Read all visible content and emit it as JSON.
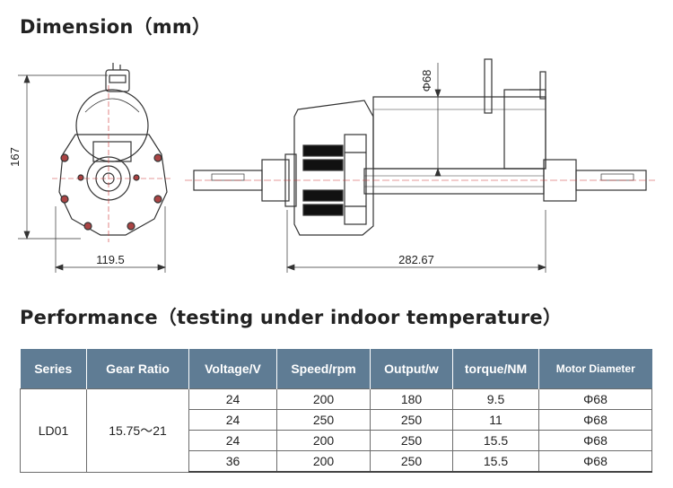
{
  "dimension": {
    "title": "Dimension（mm）",
    "labels": {
      "height": "167",
      "width": "119.5",
      "length": "282.67",
      "diameter": "Φ68"
    }
  },
  "performance": {
    "title": "Performance（testing under indoor temperature）",
    "headers": [
      "Series",
      "Gear Ratio",
      "Voltage/V",
      "Speed/rpm",
      "Output/w",
      "torque/NM",
      "Motor Diameter"
    ],
    "series": "LD01",
    "gear_ratio": "15.75～21",
    "rows": [
      {
        "voltage": "24",
        "speed": "200",
        "output": "180",
        "torque": "9.5",
        "diameter": "Φ68"
      },
      {
        "voltage": "24",
        "speed": "250",
        "output": "250",
        "torque": "11",
        "diameter": "Φ68"
      },
      {
        "voltage": "24",
        "speed": "200",
        "output": "250",
        "torque": "15.5",
        "diameter": "Φ68"
      },
      {
        "voltage": "36",
        "speed": "200",
        "output": "250",
        "torque": "15.5",
        "diameter": "Φ68"
      }
    ]
  },
  "colors": {
    "header_bg": "#5f7c94",
    "header_text": "#ffffff",
    "line": "#333333"
  }
}
